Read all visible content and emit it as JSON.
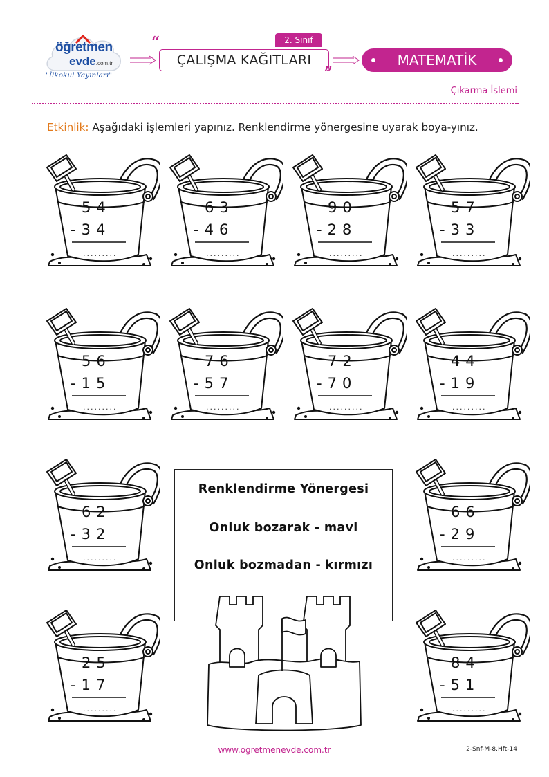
{
  "header": {
    "logo_main": "öğretmen",
    "logo_sub": "evde",
    "logo_domain": ".com.tr",
    "logo_tagline": "\"İlkokul Yayınları\"",
    "grade": "2. Sınıf",
    "title": "ÇALIŞMA KAĞITLARI",
    "subject": "MATEMATİK",
    "topic": "Çıkarma İşlemi"
  },
  "instruction": {
    "label": "Etkinlik:",
    "text": "Aşağıdaki işlemleri yapınız. Renklendirme yönergesine uyarak boya-yınız."
  },
  "problems": [
    {
      "top": "54",
      "bottom": "-34",
      "answer": "........."
    },
    {
      "top": "63",
      "bottom": "-46",
      "answer": "........."
    },
    {
      "top": "90",
      "bottom": "-28",
      "answer": "........."
    },
    {
      "top": "57",
      "bottom": "-33",
      "answer": "........."
    },
    {
      "top": "56",
      "bottom": "-15",
      "answer": "........."
    },
    {
      "top": "76",
      "bottom": "-57",
      "answer": "........."
    },
    {
      "top": "72",
      "bottom": "-70",
      "answer": "........."
    },
    {
      "top": "44",
      "bottom": "-19",
      "answer": "........."
    },
    {
      "top": "62",
      "bottom": "-32",
      "answer": "........."
    },
    {
      "top": "66",
      "bottom": "-29",
      "answer": "........."
    },
    {
      "top": "25",
      "bottom": "-17",
      "answer": "........."
    },
    {
      "top": "84",
      "bottom": "-51",
      "answer": "........."
    }
  ],
  "board": {
    "title": "Renklendirme Yönergesi",
    "rule1": "Onluk bozarak - mavi",
    "rule2": "Onluk bozmadan - kırmızı"
  },
  "footer": {
    "url": "www.ogretmenevde.com.tr",
    "code": "2-Snf-M-8.Hft-14"
  },
  "colors": {
    "accent": "#c2258f",
    "label": "#e27a1c",
    "logo": "#1e4fa3"
  }
}
